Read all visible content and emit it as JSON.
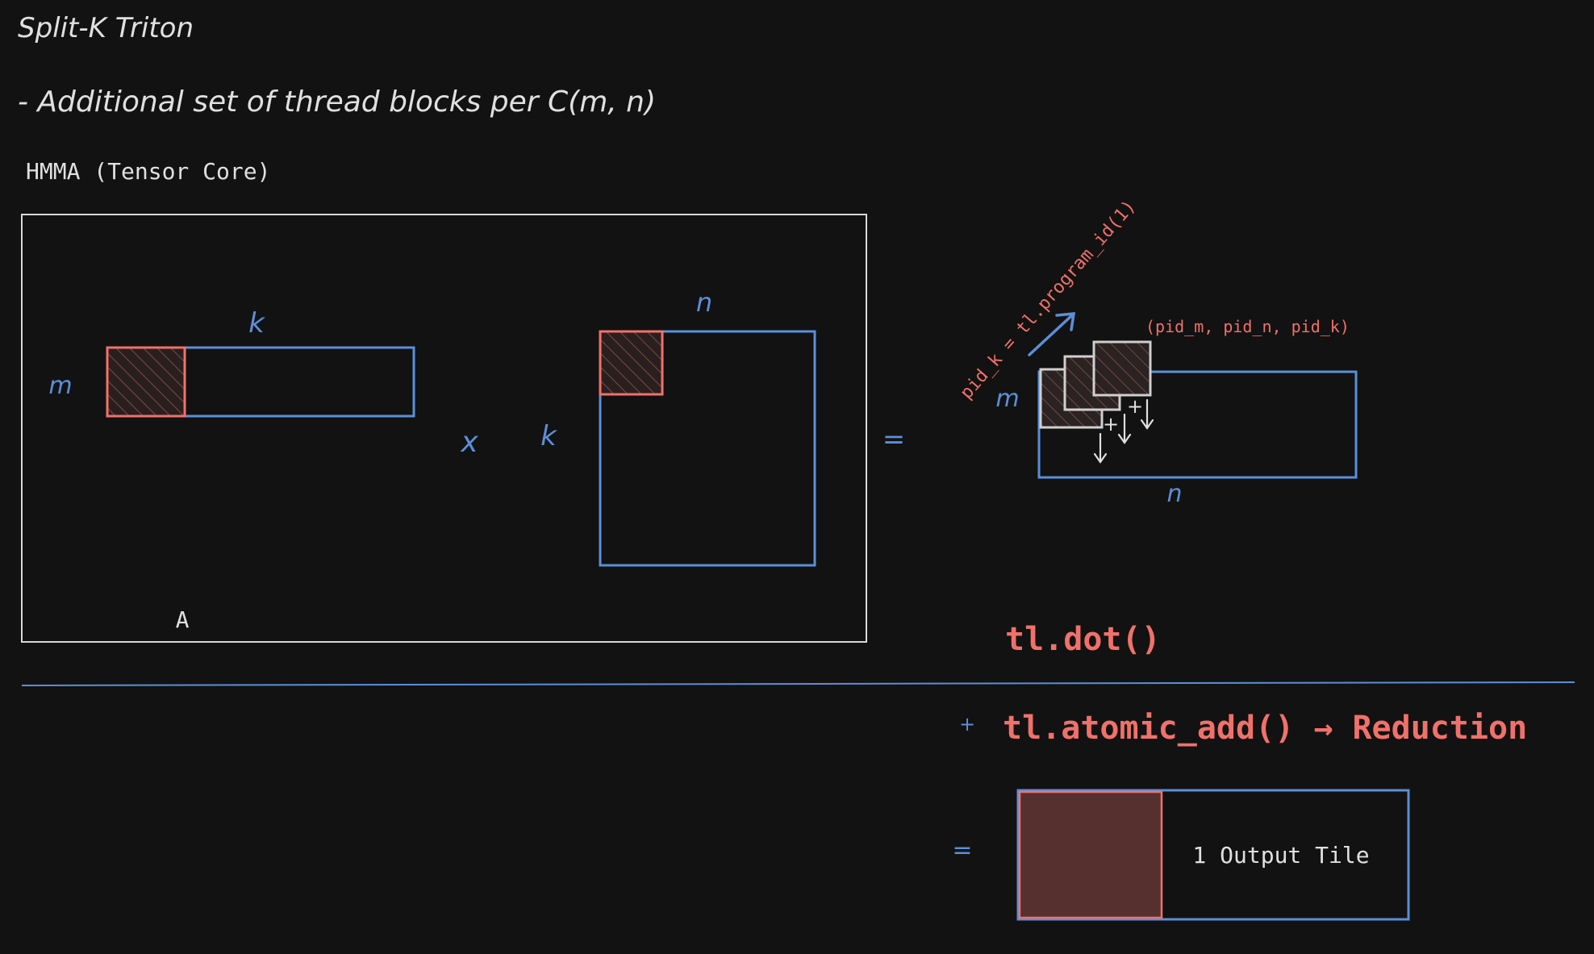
{
  "title": "Split-K Triton",
  "subtitle": "- Additional set of thread blocks per C(m, n)",
  "section_label": "HMMA (Tensor Core)",
  "matrix_a": {
    "label": "A",
    "row_label": "m",
    "col_label": "k"
  },
  "operators": {
    "multiply": "x",
    "equals": "=",
    "plus": "+"
  },
  "matrix_b": {
    "row_label": "k",
    "col_label": "n"
  },
  "matrix_c": {
    "row_label": "m",
    "col_label": "n"
  },
  "annotations": {
    "pid_k": "pid_k = tl.program_id(1)",
    "pid_tuple": "(pid_m, pid_n, pid_k)",
    "tl_dot": "tl.dot()",
    "atomic_add": "tl.atomic_add() → Reduction"
  },
  "output": {
    "tile_label": "1 Output Tile"
  },
  "colors": {
    "background": "#121212",
    "blue": "#5b8fd8",
    "red": "#f0716a",
    "white": "#e0e0e0",
    "tile_fill": "#56302f"
  }
}
